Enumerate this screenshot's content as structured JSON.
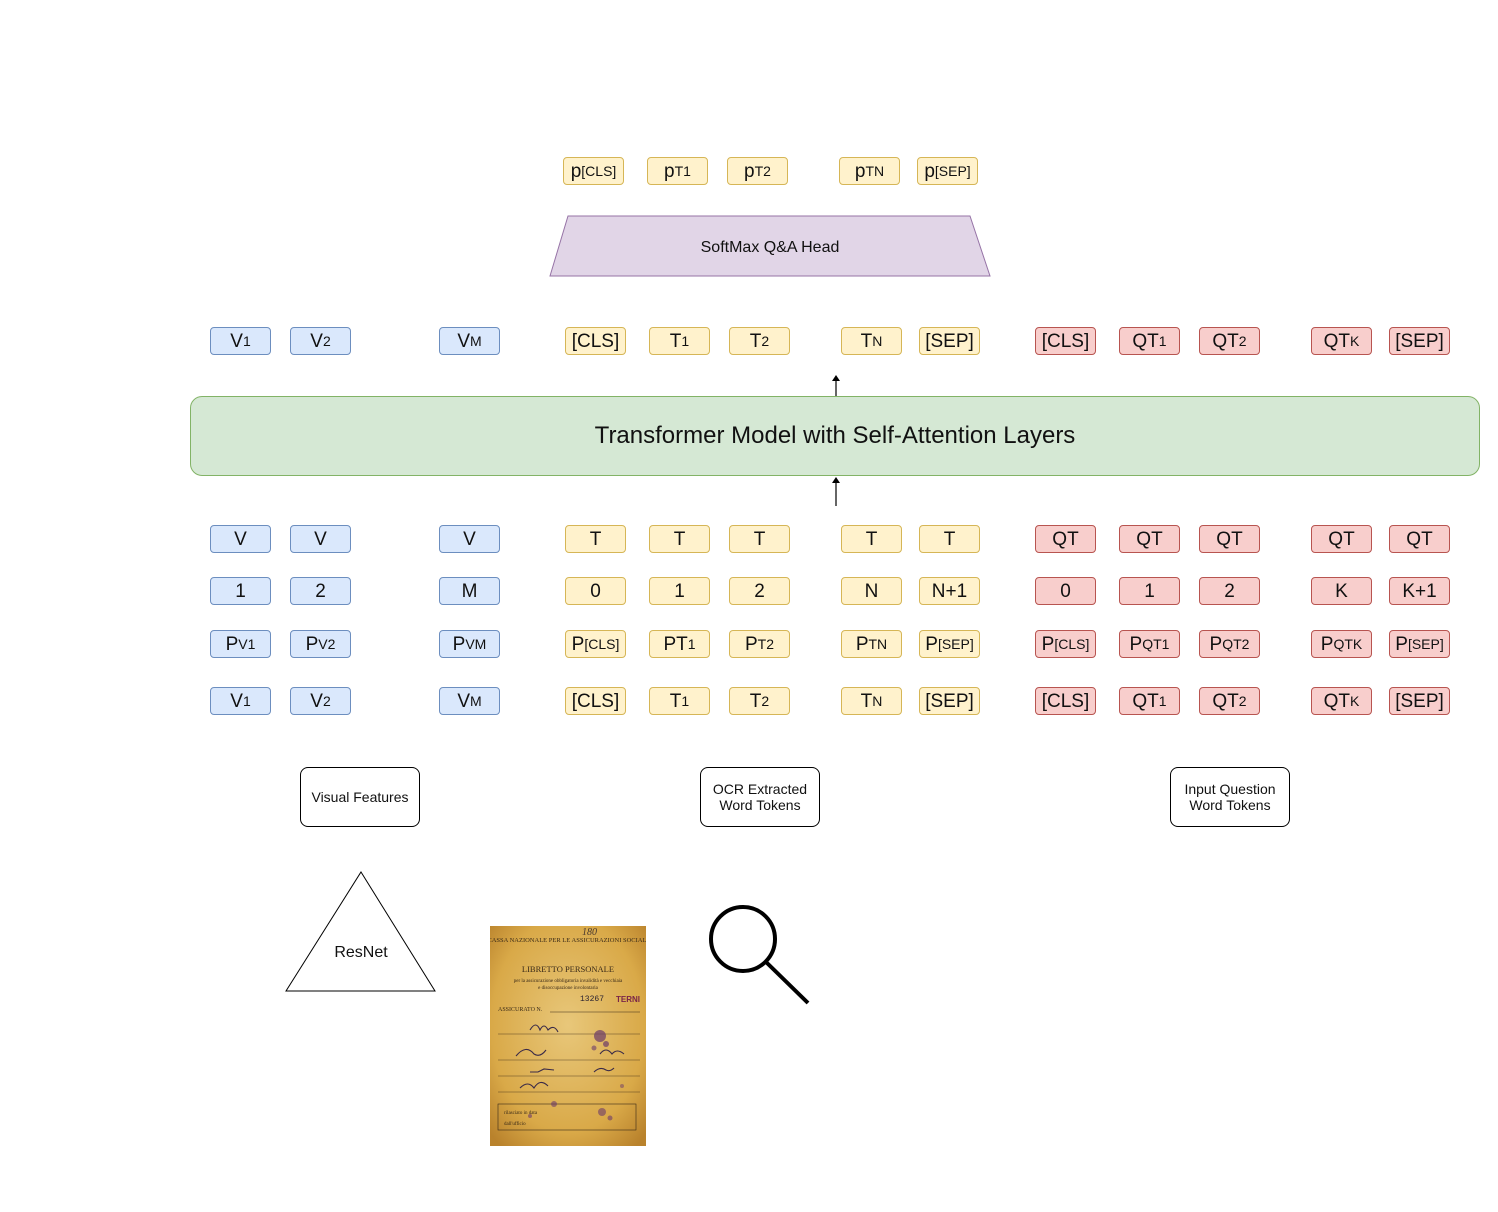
{
  "head": {
    "label": "SoftMax Q&A Head"
  },
  "transformer": {
    "label": "Transformer Model with Self-Attention Layers"
  },
  "output_probs": [
    {
      "main": "p",
      "sub": "[CLS]"
    },
    {
      "main": "p",
      "sub": "T1"
    },
    {
      "main": "p",
      "sub": "T2"
    },
    {
      "main": "p",
      "sub": "TN"
    },
    {
      "main": "p",
      "sub": "[SEP]"
    }
  ],
  "output_tokens": {
    "visual": [
      {
        "main": "V",
        "sub": "1"
      },
      {
        "main": "V",
        "sub": "2"
      },
      {
        "main": "V",
        "sub": "M"
      }
    ],
    "ocr": [
      {
        "main": "[CLS]",
        "sub": ""
      },
      {
        "main": "T",
        "sub": "1"
      },
      {
        "main": "T",
        "sub": "2"
      },
      {
        "main": "T",
        "sub": "N"
      },
      {
        "main": "[SEP]",
        "sub": ""
      }
    ],
    "question": [
      {
        "main": "[CLS]",
        "sub": ""
      },
      {
        "main": "QT",
        "sub": "1"
      },
      {
        "main": "QT",
        "sub": "2"
      },
      {
        "main": "QT",
        "sub": "K"
      },
      {
        "main": "[SEP]",
        "sub": ""
      }
    ]
  },
  "input_rows": {
    "segment": {
      "visual": [
        "V",
        "V",
        "V"
      ],
      "ocr": [
        "T",
        "T",
        "T",
        "T",
        "T"
      ],
      "question": [
        "QT",
        "QT",
        "QT",
        "QT",
        "QT"
      ]
    },
    "position": {
      "visual": [
        "1",
        "2",
        "M"
      ],
      "ocr": [
        "0",
        "1",
        "2",
        "N",
        "N+1"
      ],
      "question": [
        "0",
        "1",
        "2",
        "K",
        "K+1"
      ]
    },
    "pos_embed": {
      "visual": [
        {
          "main": "P",
          "sub": "V1"
        },
        {
          "main": "P",
          "sub": "V2"
        },
        {
          "main": "P",
          "sub": "VM"
        }
      ],
      "ocr": [
        {
          "main": "P",
          "sub": "[CLS]"
        },
        {
          "main": "PT",
          "sub": "1"
        },
        {
          "main": "P",
          "sub": "T2"
        },
        {
          "main": "P",
          "sub": "TN"
        },
        {
          "main": "P",
          "sub": "[SEP]"
        }
      ],
      "question": [
        {
          "main": "P",
          "sub": "[CLS]"
        },
        {
          "main": "P",
          "sub": "QT1"
        },
        {
          "main": "P",
          "sub": "QT2"
        },
        {
          "main": "P",
          "sub": "QTK"
        },
        {
          "main": "P",
          "sub": "[SEP]"
        }
      ]
    },
    "tokens": {
      "visual": [
        {
          "main": "V",
          "sub": "1"
        },
        {
          "main": "V",
          "sub": "2"
        },
        {
          "main": "V",
          "sub": "M"
        }
      ],
      "ocr": [
        {
          "main": "[CLS]",
          "sub": ""
        },
        {
          "main": "T",
          "sub": "1"
        },
        {
          "main": "T",
          "sub": "2"
        },
        {
          "main": "T",
          "sub": "N"
        },
        {
          "main": "[SEP]",
          "sub": ""
        }
      ],
      "question": [
        {
          "main": "[CLS]",
          "sub": ""
        },
        {
          "main": "QT",
          "sub": "1"
        },
        {
          "main": "QT",
          "sub": "2"
        },
        {
          "main": "QT",
          "sub": "K"
        },
        {
          "main": "[SEP]",
          "sub": ""
        }
      ]
    }
  },
  "labels": {
    "visual": "Visual Features",
    "ocr": "OCR Extracted\nWord Tokens",
    "question": "Input Question\nWord Tokens",
    "resnet": "ResNet"
  },
  "document": {
    "header": "CASSA NAZIONALE PER LE ASSICURAZIONI SOCIALI",
    "title": "LIBRETTO PERSONALE",
    "line1": "per la assicurazione obbligatoria invalidità e vecchiaia",
    "line2": "e disoccupazione involontaria",
    "number": "13267",
    "city": "TERNI",
    "assicurato": "ASSICURATO N.",
    "number_hand": "180",
    "footer1": "rilasciato in data",
    "footer2": "dall'ufficio"
  },
  "colors": {
    "visual": "#dae8fc",
    "ocr": "#fff2cc",
    "question": "#f8cecc",
    "transformer": "#d5e8d4",
    "head": "#e1d5e7"
  }
}
